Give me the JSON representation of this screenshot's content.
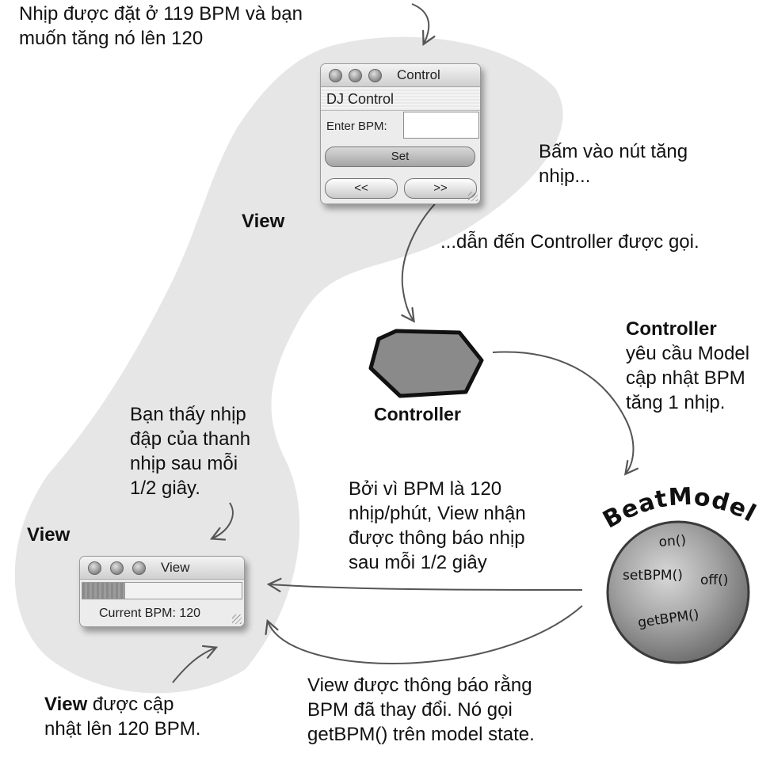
{
  "notes": {
    "top_left": [
      "Nhịp được đặt ở 119 BPM và bạn",
      "muốn tăng nó lên 120"
    ],
    "press_button": [
      "Bấm vào nút tăng",
      "nhịp..."
    ],
    "controller_called": "...dẫn đến Controller được gọi.",
    "controller_bold": "Controller",
    "controller_asks": [
      "yêu cầu Model",
      "cập nhật BPM",
      "tăng 1 nhịp."
    ],
    "see_beat": [
      "Bạn thấy nhịp",
      "đập của thanh",
      "nhịp sau mỗi",
      "1/2 giây."
    ],
    "because_bpm": [
      "Bởi vì BPM là 120",
      "nhịp/phút, View nhận",
      "được thông báo nhịp",
      "sau mỗi 1/2 giây"
    ],
    "view_notified": [
      "View được thông báo rằng",
      "BPM đã thay đổi. Nó gọi",
      "getBPM() trên model state."
    ],
    "view_updated_bold": "View",
    "view_updated_rest": " được cập",
    "view_updated_line2": "nhật lên 120 BPM."
  },
  "labels": {
    "view_top": "View",
    "view_bottom": "View",
    "controller": "Controller"
  },
  "dj_window": {
    "title": "Control",
    "heading": "DJ Control",
    "enter_bpm_label": "Enter BPM:",
    "enter_bpm_value": "",
    "set_button": "Set",
    "decrease_button": "<<",
    "increase_button": ">>"
  },
  "view_window": {
    "title": "View",
    "beat_bar_progress": 0.27,
    "current_bpm": "Current BPM: 120"
  },
  "beat_model": {
    "title": "BeatModel",
    "methods": [
      "on()",
      "setBPM()",
      "off()",
      "getBPM()"
    ]
  },
  "colors": {
    "blob": "#e6e6e6",
    "arrow": "#555555",
    "controller_fill": "#8a8a8a",
    "model_fill": "#9a9a9a"
  }
}
